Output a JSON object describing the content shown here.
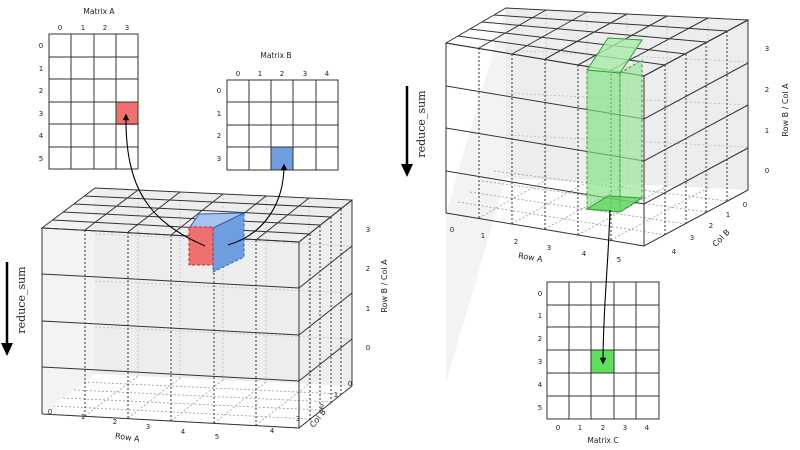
{
  "matrix_a": {
    "title": "Matrix A",
    "col_ticks": [
      "0",
      "1",
      "2",
      "3"
    ],
    "row_ticks": [
      "0",
      "1",
      "2",
      "3",
      "4",
      "5"
    ],
    "highlight": {
      "row": 3,
      "col": 3
    },
    "highlight_color": "#f07070"
  },
  "matrix_b": {
    "title": "Matrix B",
    "col_ticks": [
      "0",
      "1",
      "2",
      "3",
      "4"
    ],
    "row_ticks": [
      "0",
      "1",
      "2",
      "3"
    ],
    "highlight": {
      "row": 3,
      "col": 2
    },
    "highlight_color": "#6f9ee0"
  },
  "matrix_c": {
    "title": "Matrix C",
    "col_ticks": [
      "0",
      "1",
      "2",
      "3",
      "4"
    ],
    "row_ticks": [
      "0",
      "1",
      "2",
      "3",
      "4",
      "5"
    ],
    "highlight": {
      "row": 3,
      "col": 2
    },
    "highlight_color": "#5ee05e"
  },
  "left_cube": {
    "row_label": "Row A",
    "col_label": "Col B",
    "depth_label": "Row B / Col A",
    "row_ticks": [
      "0",
      "1",
      "2",
      "3",
      "4",
      "5"
    ],
    "col_ticks": [
      "0",
      "1",
      "2",
      "3",
      "4"
    ],
    "depth_ticks": [
      "0",
      "1",
      "2",
      "3"
    ],
    "red_cell_color": "#f07070",
    "blue_cell_color": "#6f9ee0"
  },
  "right_cube": {
    "row_label": "Row A",
    "col_label": "Col B",
    "depth_label": "Row B / Col A",
    "row_ticks": [
      "0",
      "1",
      "2",
      "3",
      "4",
      "5"
    ],
    "col_ticks": [
      "0",
      "1",
      "2",
      "3",
      "4"
    ],
    "depth_ticks": [
      "0",
      "1",
      "2",
      "3"
    ],
    "column_color": "#7ee07e"
  },
  "reduce_left": "reduce_sum",
  "reduce_right": "reduce_sum"
}
